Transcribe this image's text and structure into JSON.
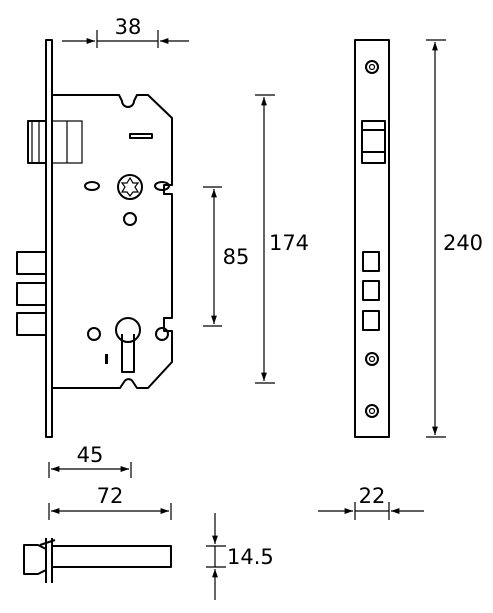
{
  "dimensions": {
    "backset": "38",
    "center_distance": "85",
    "case_height": "174",
    "faceplate_length": "240",
    "bolt_throw": "45",
    "bolt_length": "72",
    "faceplate_width": "22",
    "bolt_thickness": "14.5"
  }
}
